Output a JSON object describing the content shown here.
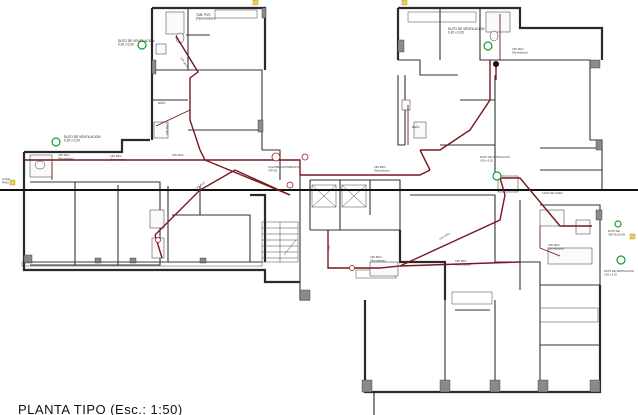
{
  "drawing": {
    "title": "PLANTA TIPO (Esc.: 1:50)"
  },
  "labels": [
    {
      "id": "vent-top-left",
      "text": "DUTO DE VENTILACION\n0.20 x 0.20"
    },
    {
      "id": "tub-top-left",
      "text": "TUB. PVC\n(Termofusion)"
    },
    {
      "id": "vent-left",
      "text": "DUTO DE VENTILACION\n0.20 x 0.20"
    },
    {
      "id": "pipe-a",
      "text": "CPF Ø1/2\n(Termofusion)"
    },
    {
      "id": "pipe-b",
      "text": "CPF Ø1/2\n(Termofusion)"
    },
    {
      "id": "pipe-c",
      "text": "CPF Ø1/2"
    },
    {
      "id": "pipe-d",
      "text": "CPF Ø3/4\n(Termofusion)"
    },
    {
      "id": "col-dist",
      "text": "COLUMNA DISTRIBUCION\nCPF Ø1"
    },
    {
      "id": "cf-right",
      "text": "DUTO DE VENTILACION\n0.20 x 0.20"
    },
    {
      "id": "cf-right2",
      "text": "CAÑO DE CAIDA"
    },
    {
      "id": "pipe-e",
      "text": "CPF Ø1/2\n(Termofusion)"
    },
    {
      "id": "pipe-f",
      "text": "CPF Ø3/4\n(Termofusion)"
    },
    {
      "id": "pipe-g",
      "text": "CPF Ø1/2\n(Termofusion)"
    },
    {
      "id": "right-end",
      "text": "DUTO DE\nVENTILACION"
    },
    {
      "id": "right-end2",
      "text": "DUTO DE VENTILACION\n0.20 x 0.20"
    },
    {
      "id": "left-end",
      "text": "LLAVE\nPASO"
    },
    {
      "id": "top-right-vent",
      "text": "DUTO DE VENTILACION\n0.20 x 0.20"
    },
    {
      "id": "top-right-pipe",
      "text": "CPF Ø1/2\n(Termofusion)"
    },
    {
      "id": "top-right-lbl",
      "text": "BAÑO"
    },
    {
      "id": "top-left-lbl",
      "text": "BAÑO"
    }
  ],
  "colors": {
    "wall": "#333333",
    "pipe": "#7a1620",
    "marker_green": "#1a9a2a",
    "marker_yellow": "#f4d23c",
    "background": "#ffffff"
  }
}
